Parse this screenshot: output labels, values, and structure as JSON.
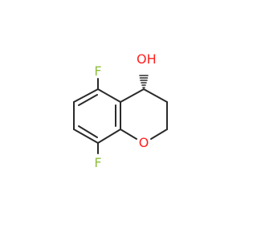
{
  "atoms": {
    "f_top": "F",
    "f_bottom": "F",
    "oh": "OH",
    "ring_o": "O"
  },
  "colors": {
    "fluorine": "#8fbf3f",
    "oxygen": "#ff2020",
    "bond": "#2a2a2a",
    "background": "#ffffff"
  }
}
